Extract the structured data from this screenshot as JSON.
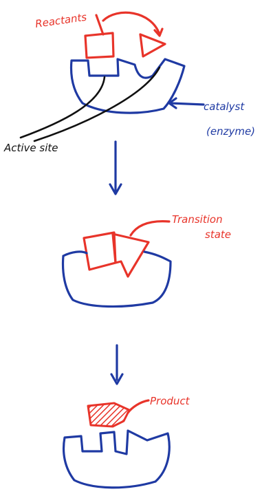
{
  "colors": {
    "enzyme": "#1f3aa3",
    "reactant": "#e8342a",
    "pointer": "#111111",
    "background": "#ffffff"
  },
  "labels": {
    "reactants": "Reactants",
    "catalyst_line1": "catalyst",
    "catalyst_line2": "(enzyme)",
    "active_site": "Active site",
    "transition_line1": "Transition",
    "transition_line2": "state",
    "product": "Product"
  }
}
